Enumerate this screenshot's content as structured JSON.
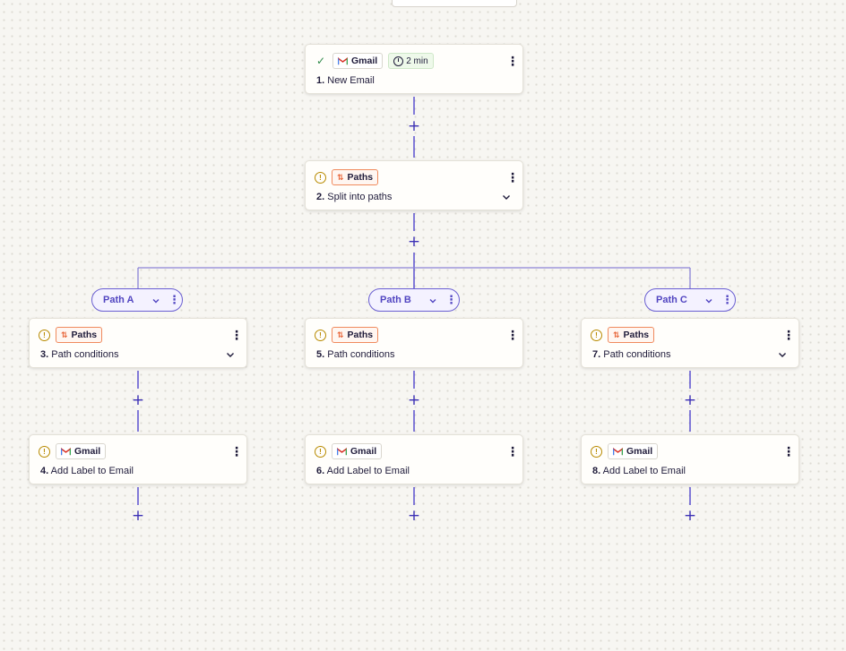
{
  "colors": {
    "accent": "#3b2fb5",
    "paths_orange": "#e8663a",
    "warning": "#b88a00",
    "success": "#2f8a4a"
  },
  "steps": {
    "s1": {
      "app": "Gmail",
      "time": "2 min",
      "num": "1.",
      "title": "New Email",
      "status_icon": "check-icon"
    },
    "s2": {
      "app": "Paths",
      "num": "2.",
      "title": "Split into paths",
      "status_icon": "warning-icon"
    },
    "s3": {
      "app": "Paths",
      "num": "3.",
      "title": "Path conditions",
      "status_icon": "warning-icon"
    },
    "s4": {
      "app": "Gmail",
      "num": "4.",
      "title": "Add Label to Email",
      "status_icon": "warning-icon"
    },
    "s5": {
      "app": "Paths",
      "num": "5.",
      "title": "Path conditions",
      "status_icon": "warning-icon"
    },
    "s6": {
      "app": "Gmail",
      "num": "6.",
      "title": "Add Label to Email",
      "status_icon": "warning-icon"
    },
    "s7": {
      "app": "Paths",
      "num": "7.",
      "title": "Path conditions",
      "status_icon": "warning-icon"
    },
    "s8": {
      "app": "Gmail",
      "num": "8.",
      "title": "Add Label to Email",
      "status_icon": "warning-icon"
    }
  },
  "paths": [
    {
      "label": "Path A"
    },
    {
      "label": "Path B"
    },
    {
      "label": "Path C"
    }
  ],
  "add_step_symbol": "+",
  "menu_symbol": "⋮"
}
